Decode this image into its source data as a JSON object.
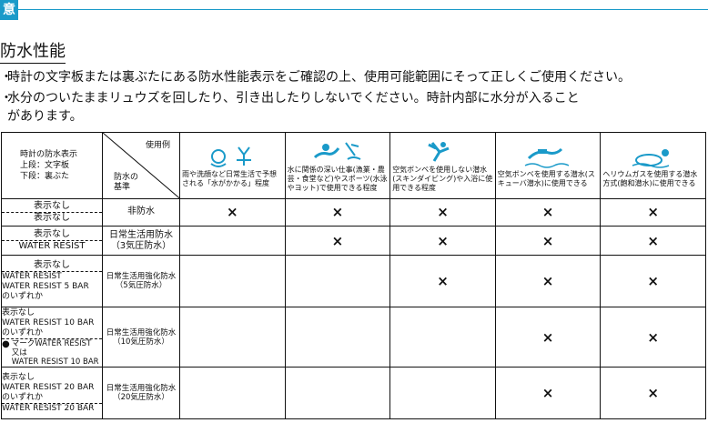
{
  "header": {
    "title_char": "意"
  },
  "section": {
    "title": "防水性能"
  },
  "notes": [
    {
      "dot": "・",
      "text": "時計の文字板または裏ぶたにある防水性能表示をご確認の上、使用可能範囲にそって正しくご使用ください。"
    },
    {
      "dot": "・",
      "text": "水分のついたままリュウズを回したり、引き出したりしないでください。時計内部に水分が入ること"
    },
    {
      "dot": "",
      "text": "があります。"
    }
  ],
  "table": {
    "corner": {
      "line1": "時計の防水表示",
      "line2": "上段：文字板",
      "line3": "下段：裏ぶた",
      "usage_label": "使用例",
      "bw_line1": "防水の",
      "bw_line2": "基準"
    },
    "usages": [
      {
        "icon": "face-washing-icon",
        "text": "雨や洗顔など日常生活で予想される「水がかかる」程度"
      },
      {
        "icon": "swimming-icon",
        "text": "水に関係の深い仕事(漁業・農芸・食堂など)やスポーツ(水泳やヨット)で使用できる程度"
      },
      {
        "icon": "skin-diving-icon",
        "text": "空気ボンベを使用しない潜水(スキンダイビング)や入浴に使用できる程度"
      },
      {
        "icon": "scuba-diving-icon",
        "text": "空気ボンベを使用する潜水(スキューバ潜水)に使用できる"
      },
      {
        "icon": "saturation-diving-icon",
        "text": "ヘリウムガスを使用する潜水方式(飽和潜水)に使用できる"
      }
    ],
    "mark": "×",
    "rows": [
      {
        "display_top": "表示なし",
        "display_bottom": "表示なし",
        "standard": "非防水",
        "marks": [
          true,
          true,
          true,
          true,
          true
        ]
      },
      {
        "display_top": "表示なし",
        "display_bottom": "WATER RESIST",
        "standard": "日常生活用防水\n（3気圧防水）",
        "marks": [
          false,
          true,
          true,
          true,
          true
        ]
      },
      {
        "display_top": "表示なし",
        "display_bottom": "WATER RESIST\nWATER RESIST 5 BAR\nのいずれか",
        "standard": "日常生活用強化防水\n（5気圧防水）",
        "marks": [
          false,
          false,
          true,
          true,
          true
        ]
      },
      {
        "display_top": "表示なし\nWATER RESIST 10 BAR\nのいずれか",
        "display_bottom": "マークWATER RESIST\n又は\nWATER RESIST 10 BAR",
        "standard": "日常生活用強化防水\n（10気圧防水）",
        "marks": [
          false,
          false,
          false,
          true,
          true
        ]
      },
      {
        "display_top": "表示なし\nWATER RESIST 20 BAR\nのいずれか",
        "display_bottom": "WATER RESIST 20 BAR",
        "standard": "日常生活用強化防水\n（20気圧防水）",
        "marks": [
          false,
          false,
          false,
          true,
          true
        ]
      }
    ]
  }
}
